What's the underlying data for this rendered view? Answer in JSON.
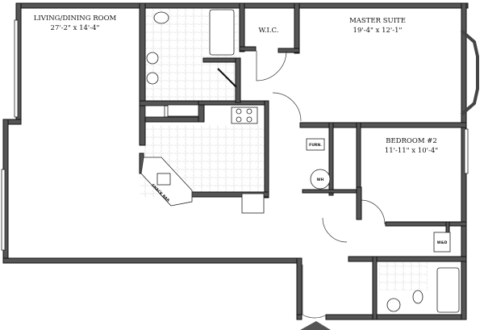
{
  "rooms": {
    "living": {
      "name": "LIVING/DINING ROOM",
      "size": "27'-2\" x 14'-4\""
    },
    "master": {
      "name": "MASTER SUITE",
      "size": "19'-4\" x 12'-1\""
    },
    "bedroom2": {
      "name": "BEDROOM #2",
      "size": "11'-11\" x 10'-4\""
    },
    "wic": {
      "name": "W.I.C."
    },
    "snack_bar": {
      "name": "SNACK BAR"
    },
    "furnace": {
      "name": "FURN."
    },
    "water_heater": {
      "name": "WH"
    },
    "washer_dryer": {
      "name": "W&D"
    }
  },
  "colors": {
    "wall": "#555555",
    "outline": "#111111"
  }
}
